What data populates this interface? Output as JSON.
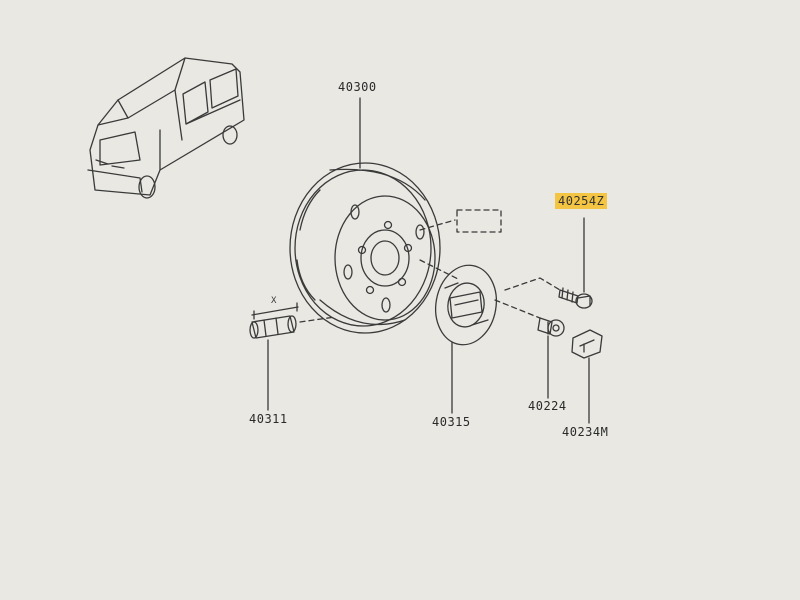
{
  "colors": {
    "background": "#e9e8e3",
    "line": "#3a3a3a",
    "highlight": "#f4c542"
  },
  "parts": [
    {
      "id": "40300",
      "label": "40300",
      "name": "wheel-rim"
    },
    {
      "id": "40311",
      "label": "40311",
      "name": "tire-valve"
    },
    {
      "id": "40315",
      "label": "40315",
      "name": "hub-cap"
    },
    {
      "id": "40224",
      "label": "40224",
      "name": "wheel-nut"
    },
    {
      "id": "40234M",
      "label": "40234M",
      "name": "wheel-nut-cap"
    },
    {
      "id": "40254Z",
      "label": "40254Z",
      "name": "wheel-bolt",
      "highlighted": true
    }
  ],
  "valve_dimension_label": "X"
}
